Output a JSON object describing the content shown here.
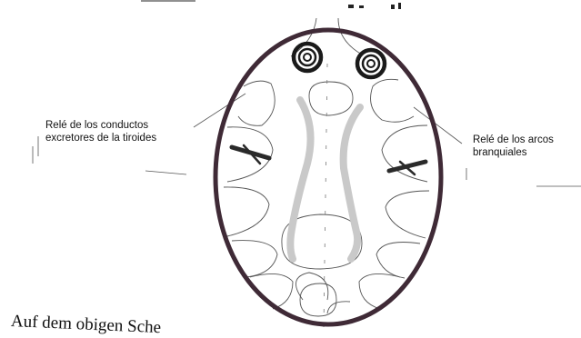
{
  "labels": {
    "left_line1": "Relé de los conductos",
    "left_line2": "excretores de la tiroides",
    "right_line1": "Relé de los arcos",
    "right_line2": "branquiales"
  },
  "footer_fragment": "Auf dem obigen Sche",
  "colors": {
    "outline": "#3f2a36",
    "line": "#555555",
    "gray_stripe": "#c9c9c9",
    "bar": "#2a2a2a"
  }
}
